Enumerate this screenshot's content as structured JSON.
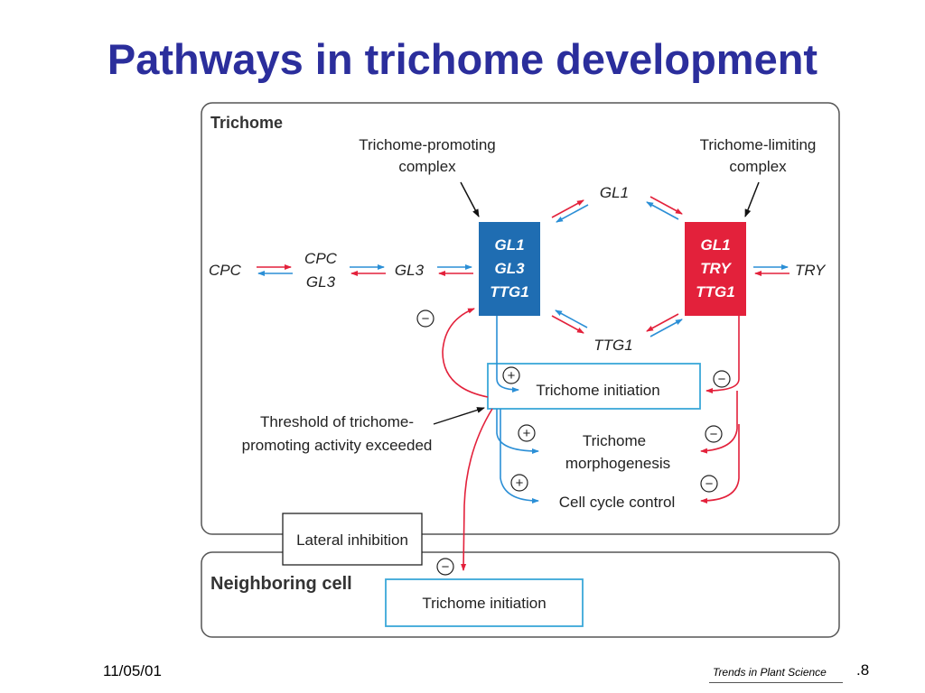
{
  "slide": {
    "title": "Pathways in trichome development",
    "date": "11/05/01",
    "journal": "Trends in Plant Science",
    "page_number": ".8"
  },
  "diagram": {
    "trichome_section_label": "Trichome",
    "neighboring_section_label": "Neighboring cell",
    "promoting_caption_line1": "Trichome-promoting",
    "promoting_caption_line2": "complex",
    "limiting_caption_line1": "Trichome-limiting",
    "limiting_caption_line2": "complex",
    "promoting_complex": [
      "GL1",
      "GL3",
      "TTG1"
    ],
    "limiting_complex": [
      "GL1",
      "TRY",
      "TTG1"
    ],
    "free_gl1": "GL1",
    "free_ttg1": "TTG1",
    "cpc": "CPC",
    "cpc_gl3_line1": "CPC",
    "cpc_gl3_line2": "GL3",
    "gl3": "GL3",
    "try": "TRY",
    "trichome_initiation": "Trichome initiation",
    "trichome_morphogenesis_line1": "Trichome",
    "trichome_morphogenesis_line2": "morphogenesis",
    "cell_cycle_control": "Cell cycle control",
    "threshold_line1": "Threshold of trichome-",
    "threshold_line2": "promoting activity exceeded",
    "lateral_inhibition": "Lateral inhibition",
    "neighbor_trichome_initiation": "Trichome initiation",
    "plus_sign": "+",
    "minus_sign": "−"
  },
  "colors": {
    "title": "#2b2e9c",
    "promoting_box": "#1f6db2",
    "limiting_box": "#e3213b",
    "blue_arrow": "#2b8fd6",
    "red_arrow": "#e3213b",
    "outline_box": "#3aa7d9",
    "panel_border": "#555555"
  }
}
